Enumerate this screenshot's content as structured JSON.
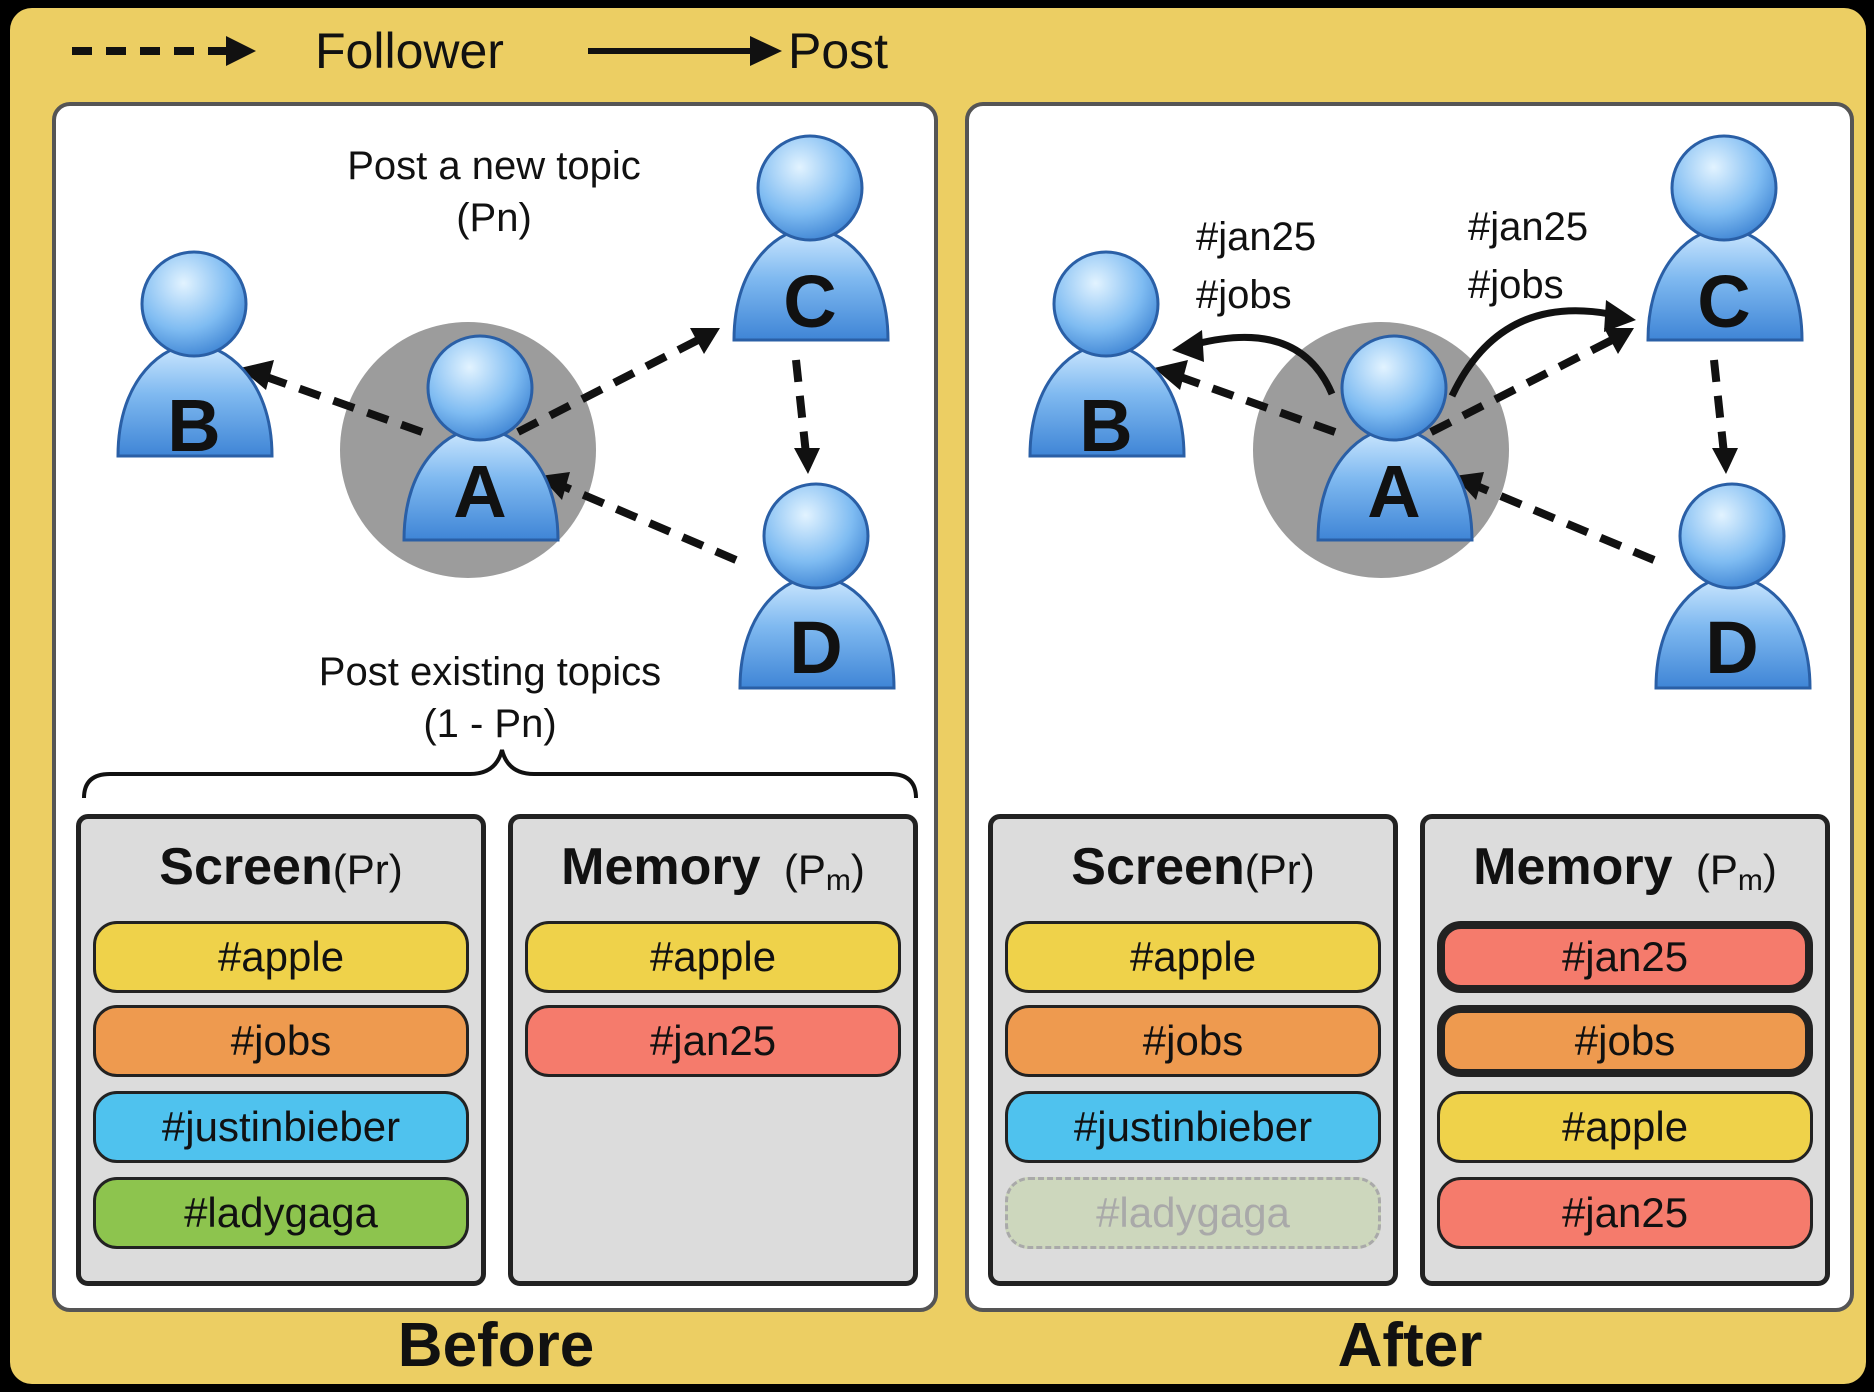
{
  "legend": {
    "follower_label": "Follower",
    "post_label": "Post"
  },
  "before": {
    "title": "Before",
    "new_topic_line1": "Post a new topic",
    "new_topic_line2": "(Pn)",
    "existing_line1": "Post existing topics",
    "existing_line2": "(1 - Pn)",
    "nodes": {
      "a": "A",
      "b": "B",
      "c": "C",
      "d": "D"
    },
    "screen": {
      "title": "Screen",
      "param": "(Pr)",
      "tags": [
        "#apple",
        "#jobs",
        "#justinbieber",
        "#ladygaga"
      ]
    },
    "memory": {
      "title": "Memory",
      "param_pre": "(P",
      "param_sub": "m",
      "param_post": ")",
      "tags": [
        "#apple",
        "#jan25"
      ]
    }
  },
  "after": {
    "title": "After",
    "post_b_line1": "#jan25",
    "post_b_line2": "#jobs",
    "post_c_line1": "#jan25",
    "post_c_line2": "#jobs",
    "nodes": {
      "a": "A",
      "b": "B",
      "c": "C",
      "d": "D"
    },
    "screen": {
      "title": "Screen",
      "param": "(Pr)",
      "tags": [
        "#apple",
        "#jobs",
        "#justinbieber",
        "#ladygaga"
      ]
    },
    "memory": {
      "title": "Memory",
      "param_pre": "(P",
      "param_sub": "m",
      "param_post": ")",
      "tags": [
        "#jan25",
        "#jobs",
        "#apple",
        "#jan25"
      ]
    }
  },
  "colors": {
    "apple": "#efd24a",
    "jobs": "#ee9a4f",
    "justinbieber": "#4fc2ee",
    "ladygaga": "#8dc44e",
    "jan25": "#f57b6c",
    "faded": "#c9d6b3"
  }
}
